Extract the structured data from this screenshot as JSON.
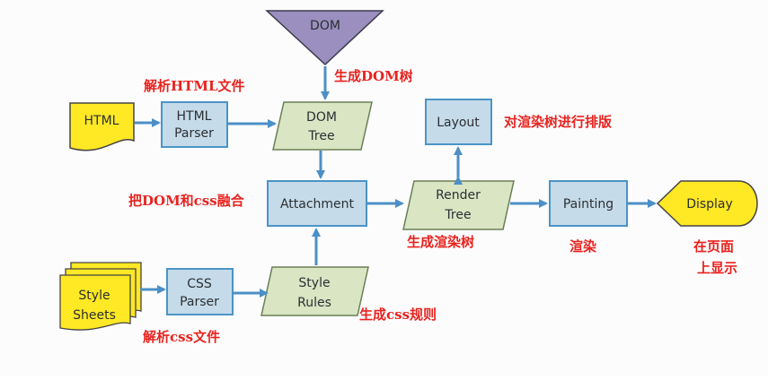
{
  "colors": {
    "process_fill": "#c5dbe9",
    "process_stroke": "#4b94c7",
    "data_fill": "#d9e5c3",
    "data_stroke": "#6b7e56",
    "doc_fill": "#ffe824",
    "dom_fill": "#9a8fbf",
    "arrow": "#4c8fc6",
    "label": "#e8231f"
  },
  "nodes": {
    "dom": "DOM",
    "html": "HTML",
    "html_parser": [
      "HTML",
      "Parser"
    ],
    "dom_tree": [
      "DOM",
      "Tree"
    ],
    "layout": "Layout",
    "attachment": "Attachment",
    "render_tree": [
      "Render",
      "Tree"
    ],
    "painting": "Painting",
    "display": "Display",
    "style_sheets": [
      "Style",
      "Sheets"
    ],
    "css_parser": [
      "CSS",
      "Parser"
    ],
    "style_rules": [
      "Style",
      "Rules"
    ]
  },
  "labels": {
    "gen_dom_tree": "生成DOM树",
    "parse_html": "解析HTML文件",
    "layout_render_tree": "对渲染树进行排版",
    "merge_dom_css": "把DOM和css融合",
    "gen_render_tree": "生成渲染树",
    "render": "渲染",
    "show_on_page_1": "在页面",
    "show_on_page_2": "上显示",
    "gen_css_rules": "生成css规则",
    "parse_css": "解析css文件"
  }
}
